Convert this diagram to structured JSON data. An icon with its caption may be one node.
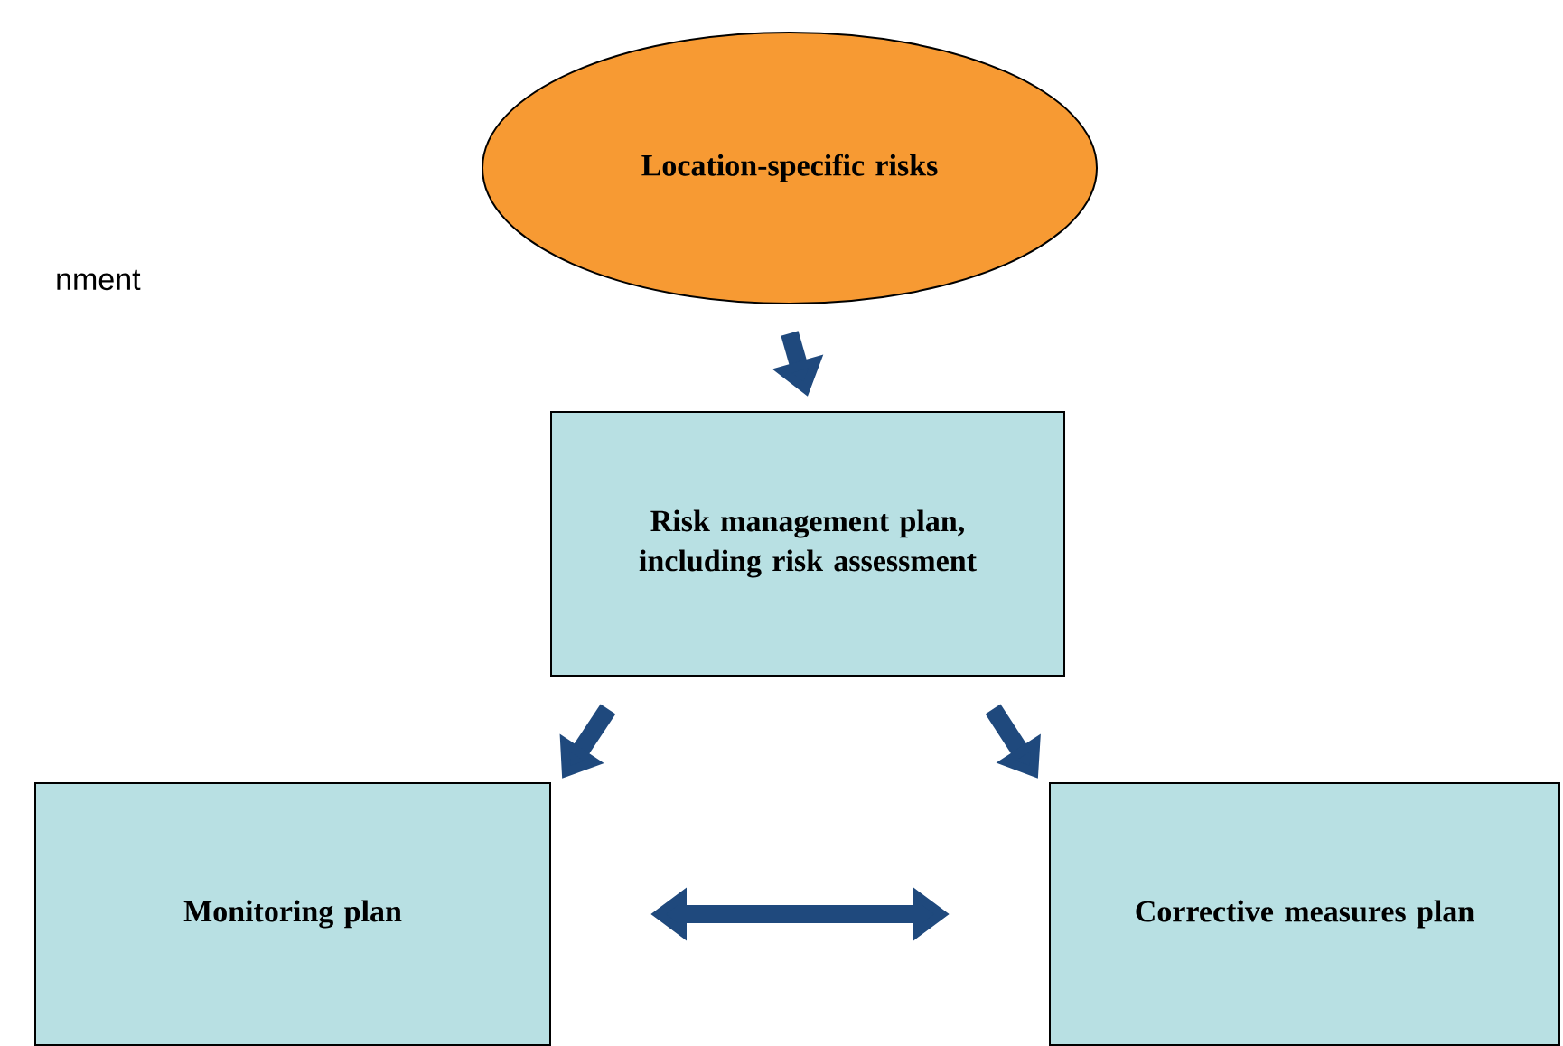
{
  "diagram": {
    "nodes": [
      {
        "text": [
          "Location-specific risks"
        ]
      },
      {
        "text": [
          "Risk management plan, including risk assessment"
        ]
      },
      {
        "text": [
          "Monitoring plan"
        ]
      },
      {
        "text": [
          "Corrective measures plan"
        ]
      }
    ],
    "edges": [
      {
        "from": 0,
        "to": 1,
        "arrow": "to"
      },
      {
        "from": 1,
        "to": 2,
        "arrow": "to"
      },
      {
        "from": 1,
        "to": 3,
        "arrow": "to"
      },
      {
        "from": 2,
        "to": 3,
        "arrow": "both"
      }
    ],
    "labels": [
      "nment"
    ]
  }
}
